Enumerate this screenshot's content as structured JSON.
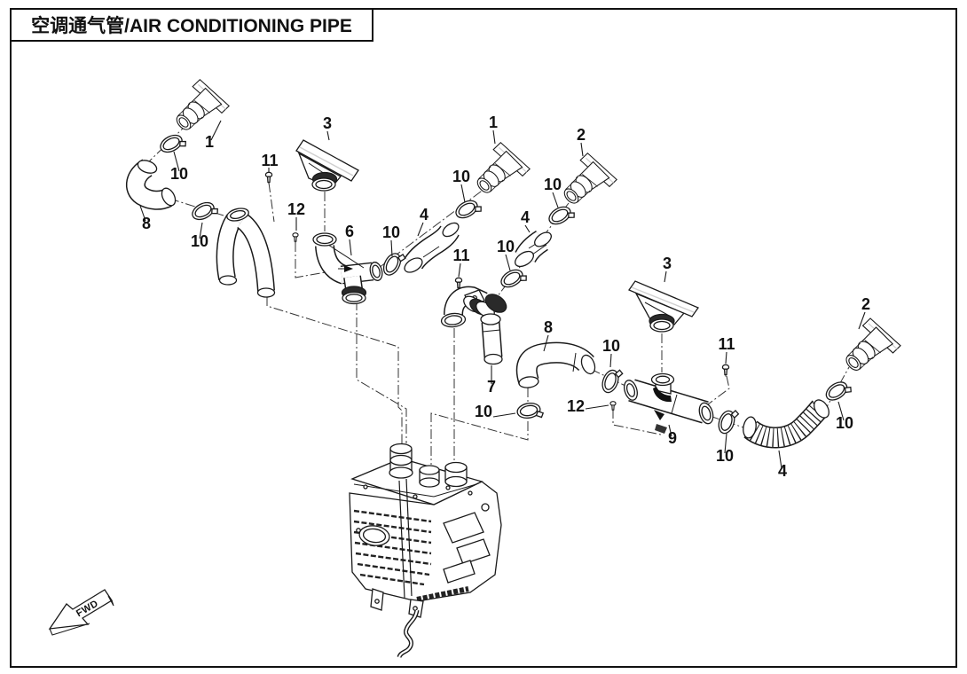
{
  "title": {
    "text": "空调通气管/AIR CONDITIONING PIPE"
  },
  "fwd": {
    "label": "FWD"
  },
  "callouts": [
    {
      "label": "1"
    },
    {
      "label": "10"
    },
    {
      "label": "8"
    },
    {
      "label": "10"
    },
    {
      "label": "11"
    },
    {
      "label": "12"
    },
    {
      "label": "3"
    },
    {
      "label": "6"
    },
    {
      "label": "10"
    },
    {
      "label": "4"
    },
    {
      "label": "10"
    },
    {
      "label": "1"
    },
    {
      "label": "2"
    },
    {
      "label": "10"
    },
    {
      "label": "4"
    },
    {
      "label": "10"
    },
    {
      "label": "11"
    },
    {
      "label": "7"
    },
    {
      "label": "8"
    },
    {
      "label": "10"
    },
    {
      "label": "10"
    },
    {
      "label": "3"
    },
    {
      "label": "12"
    },
    {
      "label": "9"
    },
    {
      "label": "10"
    },
    {
      "label": "11"
    },
    {
      "label": "2"
    },
    {
      "label": "10"
    },
    {
      "label": "4"
    }
  ]
}
